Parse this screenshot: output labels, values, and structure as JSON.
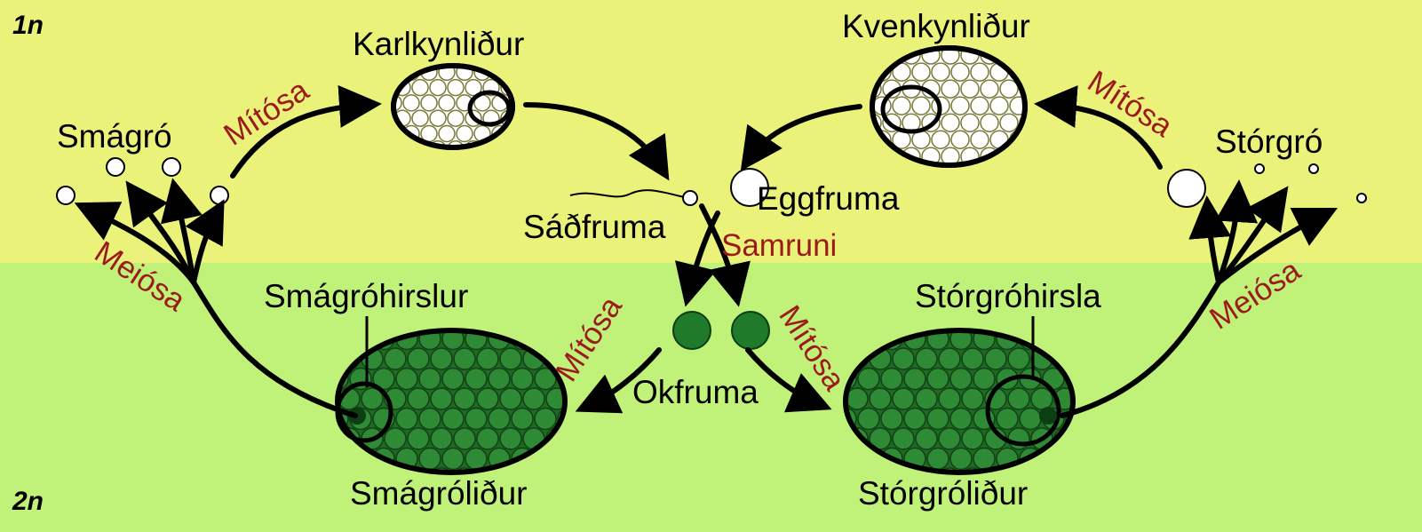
{
  "ploidy": {
    "haploid": "1n",
    "diploid": "2n"
  },
  "labels": {
    "microspores": "Smágró",
    "male_gametophyte": "Karlkynliður",
    "female_gametophyte": "Kvenkynliður",
    "megaspores": "Stórgró",
    "sperm": "Sáðfruma",
    "egg": "Eggfruma",
    "microsporangia": "Smágróhirslur",
    "megasporangium": "Stórgróhirsla",
    "zygote": "Okfruma",
    "microsporophyll": "Smágróliður",
    "megasporophyll": "Stórgróliður"
  },
  "processes": {
    "mitosis_male": "Mítósa",
    "mitosis_female": "Mítósa",
    "meiosis_left": "Meiósa",
    "meiosis_right": "Meiósa",
    "fertilization": "Samruni",
    "mitosis_zygote_left": "Mítósa",
    "mitosis_zygote_right": "Mítósa"
  },
  "colors": {
    "haploid_band": "#eaf27a",
    "diploid_band": "#c0f27a",
    "process_text": "#9b1b1b",
    "sporophyll_fill": "#1f6b24",
    "sporophyll_cell": "#2f8a36",
    "zygote": "#1f7a2a"
  }
}
